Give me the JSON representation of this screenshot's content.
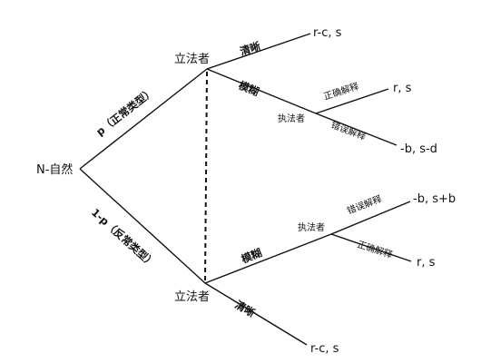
{
  "nodes": {
    "nature": "N-自然",
    "legislator_top": "立法者",
    "legislator_bottom": "立法者",
    "enforcer_top": "执法者",
    "enforcer_bottom": "执法者"
  },
  "branches": {
    "p_normal": "p（正常类型）",
    "one_minus_p_abnormal": "1-p（反常类型）",
    "clear_top": "清晰",
    "vague_top": "模糊",
    "clear_bottom": "清晰",
    "vague_bottom": "模糊",
    "correct_top": "正确解释",
    "wrong_top": "错误解释",
    "wrong_bottom": "错误解释",
    "correct_bottom": "正确解释"
  },
  "payoffs": {
    "top_clear": "r-c, s",
    "top_correct": "r, s",
    "top_wrong": "-b, s-d",
    "bottom_wrong": "-b, s+b",
    "bottom_correct": "r, s",
    "bottom_clear": "r-c, s"
  }
}
